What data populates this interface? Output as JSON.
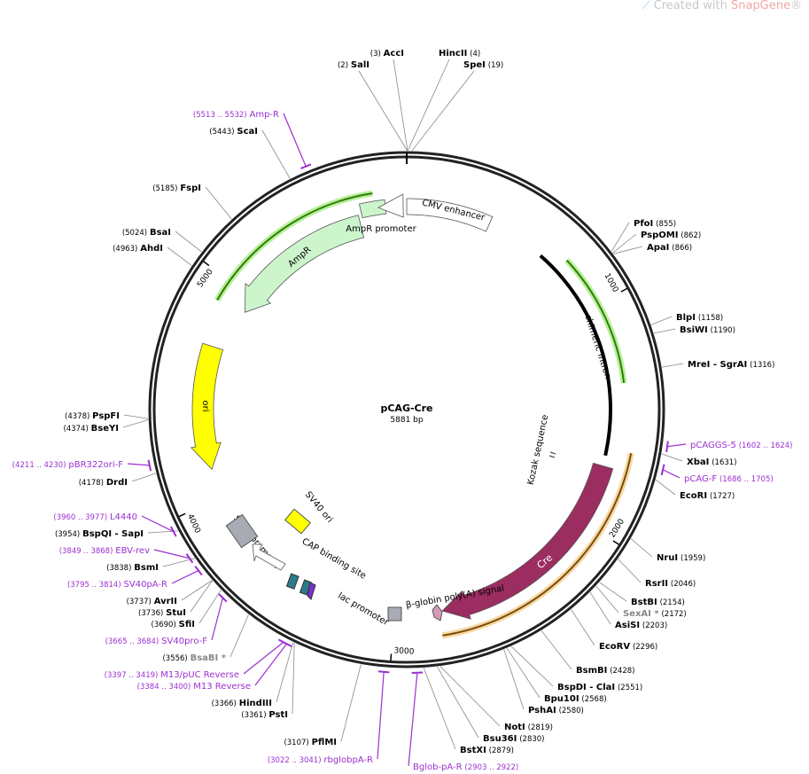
{
  "watermark": {
    "prefix": "Created with ",
    "brand": "SnapGene",
    "suffix": "®"
  },
  "plasmid": {
    "name": "pCAG-Cre",
    "length": "5881 bp",
    "total_bp": 5881
  },
  "ticks": [
    "1000",
    "2000",
    "3000",
    "4000",
    "5000"
  ],
  "features": {
    "cmv_enhancer": "CMV enhancer",
    "ampr_promoter": "AmpR promoter",
    "ampr": "AmpR",
    "ori": "ori",
    "chimeric_intron": "chimeric intron",
    "kozak": "Kozak sequence",
    "cre": "Cre",
    "bglobin_polya": "β-globin poly(A) signal",
    "sv40_ori": "SV40 ori",
    "sv40_promoter": "SV40 promoter",
    "cap_site": "CAP binding site",
    "lac_promoter": "lac promoter"
  },
  "colors": {
    "primer": "#9b30d0",
    "enzyme": "#000000",
    "gray_enzyme": "#888888",
    "ampr": "#ccf5cc",
    "ori": "#ffff00",
    "cre": "#9c2d61",
    "orf_green": "#2e7d0a",
    "orf_orange": "#e8a030"
  },
  "labels": [
    {
      "name": "SalI",
      "pos": "(2)",
      "kind": "enzyme"
    },
    {
      "name": "AccI",
      "pos": "(3)",
      "kind": "enzyme"
    },
    {
      "name": "HincII",
      "pos": "(4)",
      "kind": "enzyme"
    },
    {
      "name": "SpeI",
      "pos": "(19)",
      "kind": "enzyme"
    },
    {
      "name": "PfoI",
      "pos": "(855)",
      "kind": "enzyme"
    },
    {
      "name": "PspOMI",
      "pos": "(862)",
      "kind": "enzyme"
    },
    {
      "name": "ApaI",
      "pos": "(866)",
      "kind": "enzyme"
    },
    {
      "name": "BlpI",
      "pos": "(1158)",
      "kind": "enzyme"
    },
    {
      "name": "BsiWI",
      "pos": "(1190)",
      "kind": "enzyme"
    },
    {
      "name": "MreI  - SgrAI",
      "pos": "(1316)",
      "kind": "enzyme"
    },
    {
      "name": "pCAGGS-5",
      "pos": "(1602 .. 1624)",
      "kind": "primer"
    },
    {
      "name": "XbaI",
      "pos": "(1631)",
      "kind": "enzyme"
    },
    {
      "name": "pCAG-F",
      "pos": "(1686 .. 1705)",
      "kind": "primer"
    },
    {
      "name": "EcoRI",
      "pos": "(1727)",
      "kind": "enzyme"
    },
    {
      "name": "NruI",
      "pos": "(1959)",
      "kind": "enzyme"
    },
    {
      "name": "RsrII",
      "pos": "(2046)",
      "kind": "enzyme"
    },
    {
      "name": "BstBI",
      "pos": "(2154)",
      "kind": "enzyme"
    },
    {
      "name": "SexAI *",
      "pos": "(2172)",
      "kind": "gray"
    },
    {
      "name": "AsiSI",
      "pos": "(2203)",
      "kind": "enzyme"
    },
    {
      "name": "EcoRV",
      "pos": "(2296)",
      "kind": "enzyme"
    },
    {
      "name": "BsmBI",
      "pos": "(2428)",
      "kind": "enzyme"
    },
    {
      "name": "BspDI  - ClaI",
      "pos": "(2551)",
      "kind": "enzyme"
    },
    {
      "name": "Bpu10I",
      "pos": "(2568)",
      "kind": "enzyme"
    },
    {
      "name": "PshAI",
      "pos": "(2580)",
      "kind": "enzyme"
    },
    {
      "name": "NotI",
      "pos": "(2819)",
      "kind": "enzyme"
    },
    {
      "name": "Bsu36I",
      "pos": "(2830)",
      "kind": "enzyme"
    },
    {
      "name": "BstXI",
      "pos": "(2879)",
      "kind": "enzyme"
    },
    {
      "name": "Bglob-pA-R",
      "pos": "(2903 .. 2922)",
      "kind": "primer"
    },
    {
      "name": "rbglobpA-R",
      "pos": "(3022 .. 3041)",
      "kind": "primer"
    },
    {
      "name": "PflMI",
      "pos": "(3107)",
      "kind": "enzyme"
    },
    {
      "name": "PstI",
      "pos": "(3361)",
      "kind": "enzyme"
    },
    {
      "name": "HindIII",
      "pos": "(3366)",
      "kind": "enzyme"
    },
    {
      "name": "M13 Reverse",
      "pos": "(3384 .. 3400)",
      "kind": "primer"
    },
    {
      "name": "M13/pUC Reverse",
      "pos": "(3397 .. 3419)",
      "kind": "primer"
    },
    {
      "name": "BsaBI *",
      "pos": "(3556)",
      "kind": "gray"
    },
    {
      "name": "SV40pro-F",
      "pos": "(3665 .. 3684)",
      "kind": "primer"
    },
    {
      "name": "SfiI",
      "pos": "(3690)",
      "kind": "enzyme"
    },
    {
      "name": "StuI",
      "pos": "(3736)",
      "kind": "enzyme"
    },
    {
      "name": "AvrII",
      "pos": "(3737)",
      "kind": "enzyme"
    },
    {
      "name": "SV40pA-R",
      "pos": "(3795 .. 3814)",
      "kind": "primer"
    },
    {
      "name": "BsmI",
      "pos": "(3838)",
      "kind": "enzyme"
    },
    {
      "name": "EBV-rev",
      "pos": "(3849 .. 3868)",
      "kind": "primer"
    },
    {
      "name": "BspQI  - SapI",
      "pos": "(3954)",
      "kind": "enzyme"
    },
    {
      "name": "L4440",
      "pos": "(3960 .. 3977)",
      "kind": "primer"
    },
    {
      "name": "DrdI",
      "pos": "(4178)",
      "kind": "enzyme"
    },
    {
      "name": "pBR322ori-F",
      "pos": "(4211 .. 4230)",
      "kind": "primer"
    },
    {
      "name": "BseYI",
      "pos": "(4374)",
      "kind": "enzyme"
    },
    {
      "name": "PspFI",
      "pos": "(4378)",
      "kind": "enzyme"
    },
    {
      "name": "AhdI",
      "pos": "(4963)",
      "kind": "enzyme"
    },
    {
      "name": "BsaI",
      "pos": "(5024)",
      "kind": "enzyme"
    },
    {
      "name": "FspI",
      "pos": "(5185)",
      "kind": "enzyme"
    },
    {
      "name": "ScaI",
      "pos": "(5443)",
      "kind": "enzyme"
    },
    {
      "name": "Amp-R",
      "pos": "(5513 .. 5532)",
      "kind": "primer"
    }
  ]
}
